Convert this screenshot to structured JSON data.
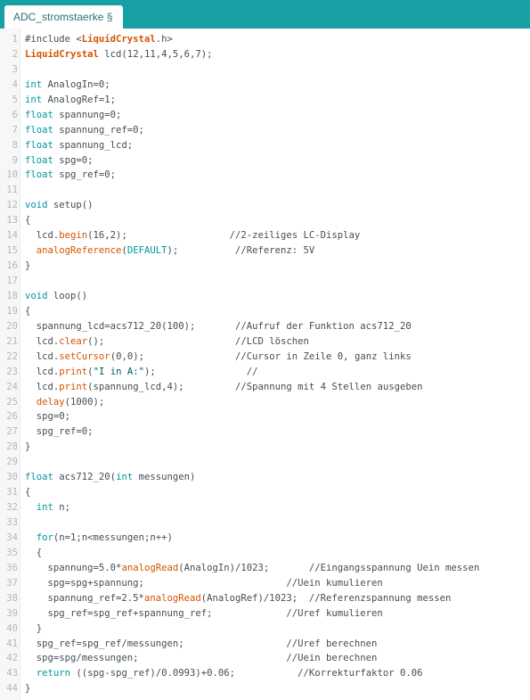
{
  "window": {
    "tab_title": "ADC_stromstaerke §"
  },
  "editor": {
    "lines": [
      [
        {
          "t": "#include <",
          "c": ""
        },
        {
          "t": "LiquidCrystal",
          "c": "ty"
        },
        {
          "t": ".h>",
          "c": ""
        }
      ],
      [
        {
          "t": "LiquidCrystal",
          "c": "ty"
        },
        {
          "t": " lcd(12,11,4,5,6,7);",
          "c": ""
        }
      ],
      [],
      [
        {
          "t": "int",
          "c": "kw"
        },
        {
          "t": " AnalogIn=0;",
          "c": ""
        }
      ],
      [
        {
          "t": "int",
          "c": "kw"
        },
        {
          "t": " AnalogRef=1;",
          "c": ""
        }
      ],
      [
        {
          "t": "float",
          "c": "kw"
        },
        {
          "t": " spannung=0;",
          "c": ""
        }
      ],
      [
        {
          "t": "float",
          "c": "kw"
        },
        {
          "t": " spannung_ref=0;",
          "c": ""
        }
      ],
      [
        {
          "t": "float",
          "c": "kw"
        },
        {
          "t": " spannung_lcd;",
          "c": ""
        }
      ],
      [
        {
          "t": "float",
          "c": "kw"
        },
        {
          "t": " spg=0;",
          "c": ""
        }
      ],
      [
        {
          "t": "float",
          "c": "kw"
        },
        {
          "t": " spg_ref=0;",
          "c": ""
        }
      ],
      [],
      [
        {
          "t": "void",
          "c": "kw"
        },
        {
          "t": " setup()",
          "c": ""
        }
      ],
      [
        {
          "t": "{",
          "c": ""
        }
      ],
      [
        {
          "t": "  lcd.",
          "c": ""
        },
        {
          "t": "begin",
          "c": "fn"
        },
        {
          "t": "(16,2);                  //2-zeiliges LC-Display",
          "c": ""
        }
      ],
      [
        {
          "t": "  ",
          "c": ""
        },
        {
          "t": "analogReference",
          "c": "fn"
        },
        {
          "t": "(",
          "c": ""
        },
        {
          "t": "DEFAULT",
          "c": "kw"
        },
        {
          "t": ");          //Referenz: 5V",
          "c": ""
        }
      ],
      [
        {
          "t": "}",
          "c": ""
        }
      ],
      [],
      [
        {
          "t": "void",
          "c": "kw"
        },
        {
          "t": " loop()",
          "c": ""
        }
      ],
      [
        {
          "t": "{",
          "c": ""
        }
      ],
      [
        {
          "t": "  spannung_lcd=acs712_20(100);       //Aufruf der Funktion acs712_20",
          "c": ""
        }
      ],
      [
        {
          "t": "  lcd.",
          "c": ""
        },
        {
          "t": "clear",
          "c": "fn"
        },
        {
          "t": "();                       //LCD löschen",
          "c": ""
        }
      ],
      [
        {
          "t": "  lcd.",
          "c": ""
        },
        {
          "t": "setCursor",
          "c": "fn"
        },
        {
          "t": "(0,0);                //Cursor in Zeile 0, ganz links",
          "c": ""
        }
      ],
      [
        {
          "t": "  lcd.",
          "c": ""
        },
        {
          "t": "print",
          "c": "fn"
        },
        {
          "t": "(",
          "c": ""
        },
        {
          "t": "\"I in A:\"",
          "c": "st"
        },
        {
          "t": ");                //",
          "c": ""
        }
      ],
      [
        {
          "t": "  lcd.",
          "c": ""
        },
        {
          "t": "print",
          "c": "fn"
        },
        {
          "t": "(spannung_lcd,4);         //Spannung mit 4 Stellen ausgeben",
          "c": ""
        }
      ],
      [
        {
          "t": "  ",
          "c": ""
        },
        {
          "t": "delay",
          "c": "fn"
        },
        {
          "t": "(1000);",
          "c": ""
        }
      ],
      [
        {
          "t": "  spg=0;",
          "c": ""
        }
      ],
      [
        {
          "t": "  spg_ref=0;",
          "c": ""
        }
      ],
      [
        {
          "t": "}",
          "c": ""
        }
      ],
      [],
      [
        {
          "t": "float",
          "c": "kw"
        },
        {
          "t": " acs712_20(",
          "c": ""
        },
        {
          "t": "int",
          "c": "kw"
        },
        {
          "t": " messungen)",
          "c": ""
        }
      ],
      [
        {
          "t": "{",
          "c": ""
        }
      ],
      [
        {
          "t": "  ",
          "c": ""
        },
        {
          "t": "int",
          "c": "kw"
        },
        {
          "t": " n;",
          "c": ""
        }
      ],
      [],
      [
        {
          "t": "  ",
          "c": ""
        },
        {
          "t": "for",
          "c": "kw"
        },
        {
          "t": "(n=1;n<messungen;n++)",
          "c": ""
        }
      ],
      [
        {
          "t": "  {",
          "c": ""
        }
      ],
      [
        {
          "t": "    spannung=5.0*",
          "c": ""
        },
        {
          "t": "analogRead",
          "c": "fn"
        },
        {
          "t": "(AnalogIn)/1023;       //Eingangsspannung Uein messen",
          "c": ""
        }
      ],
      [
        {
          "t": "    spg=spg+spannung;                         //Uein kumulieren",
          "c": ""
        }
      ],
      [
        {
          "t": "    spannung_ref=2.5*",
          "c": ""
        },
        {
          "t": "analogRead",
          "c": "fn"
        },
        {
          "t": "(AnalogRef)/1023;  //Referenzspannung messen",
          "c": ""
        }
      ],
      [
        {
          "t": "    spg_ref=spg_ref+spannung_ref;             //Uref kumulieren",
          "c": ""
        }
      ],
      [
        {
          "t": "  }",
          "c": ""
        }
      ],
      [
        {
          "t": "  spg_ref=spg_ref/messungen;                  //Uref berechnen",
          "c": ""
        }
      ],
      [
        {
          "t": "  spg=spg/messungen;                          //Uein berechnen",
          "c": ""
        }
      ],
      [
        {
          "t": "  ",
          "c": ""
        },
        {
          "t": "return",
          "c": "kw"
        },
        {
          "t": " ((spg-spg_ref)/0.0993)+0.06;           //Korrekturfaktor 0.06",
          "c": ""
        }
      ],
      [
        {
          "t": "}",
          "c": ""
        }
      ]
    ]
  }
}
